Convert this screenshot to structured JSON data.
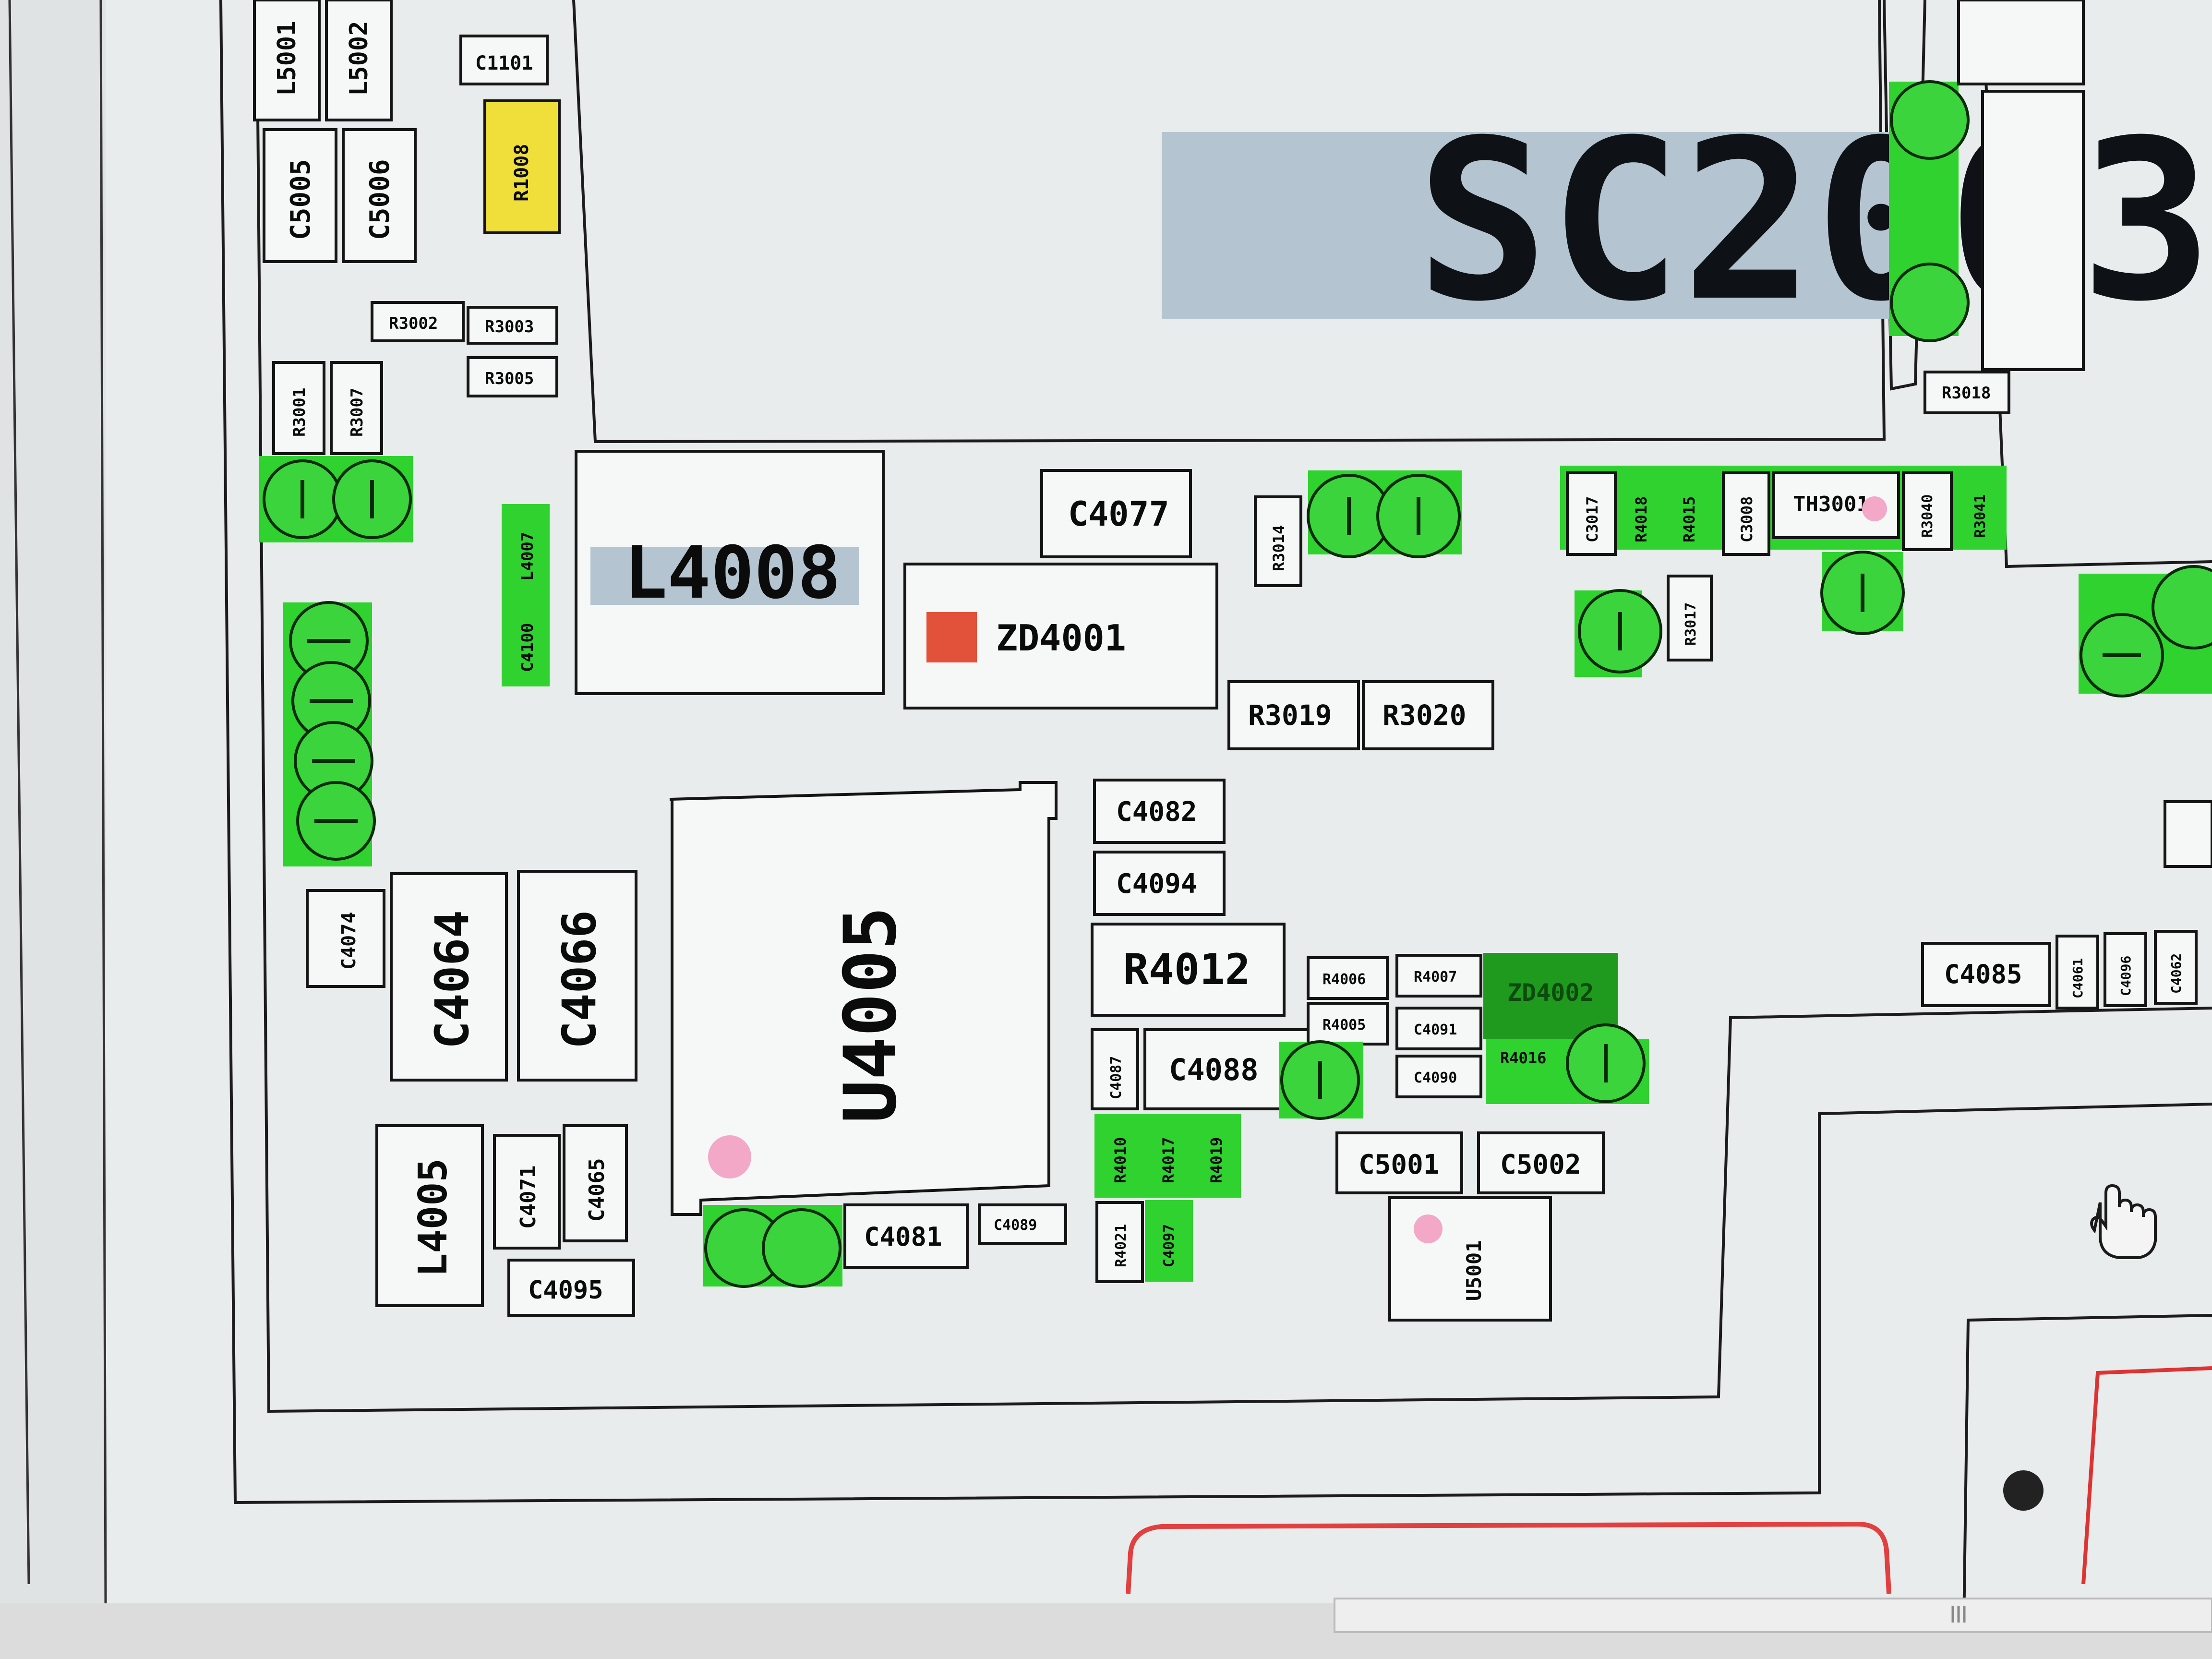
{
  "colors": {
    "background": "#e9ecec",
    "pad_green": "#2fd22f",
    "dark_pad": "#1f9a1f",
    "highlight_blue": "#b4c4d0",
    "marker_red": "#e2513a",
    "yellow_part": "#f0df3a",
    "pin1_pink": "#f3a8c8",
    "outline": "#141414"
  },
  "icons": {
    "cursor": "hand-cursor-icon"
  },
  "chip_label": "SC2003",
  "components": {
    "L5001": "L5001",
    "L5002": "L5002",
    "C5005": "C5005",
    "C5006": "C5006",
    "C1101": "C1101",
    "R1008": "R1008",
    "R3002": "R3002",
    "R3003": "R3003",
    "R3005": "R3005",
    "R3001": "R3001",
    "R3007": "R3007",
    "L4007": "L4007",
    "C4100": "C4100",
    "L4008": "L4008",
    "C4077": "C4077",
    "ZD4001": "ZD4001",
    "R3014": "R3014",
    "R3019": "R3019",
    "R3020": "R3020",
    "C3017": "C3017",
    "R4018": "R4018",
    "R4015": "R4015",
    "C3008": "C3008",
    "TH3001": "TH3001",
    "R3040": "R3040",
    "R3041": "R3041",
    "R3017": "R3017",
    "R3018": "R3018",
    "U4005": "U4005",
    "C4082": "C4082",
    "C4094": "C4094",
    "R4012": "R4012",
    "R4006": "R4006",
    "R4007": "R4007",
    "R4005": "R4005",
    "ZD4002": "ZD4002",
    "C4091": "C4091",
    "R4016": "R4016",
    "C4090": "C4090",
    "C4087": "C4087",
    "C4088": "C4088",
    "C4074": "C4074",
    "C4064": "C4064",
    "C4066": "C4066",
    "L4005": "L4005",
    "C4071": "C4071",
    "C4065": "C4065",
    "C4095": "C4095",
    "C4081": "C4081",
    "C4089": "C4089",
    "R4010": "R4010",
    "R4017": "R4017",
    "R4019": "R4019",
    "R4021": "R4021",
    "C4097": "C4097",
    "C5001": "C5001",
    "C5002": "C5002",
    "U5001": "U5001",
    "C4085": "C4085",
    "C4061": "C4061",
    "C4096": "C4096",
    "C4062": "C4062"
  }
}
